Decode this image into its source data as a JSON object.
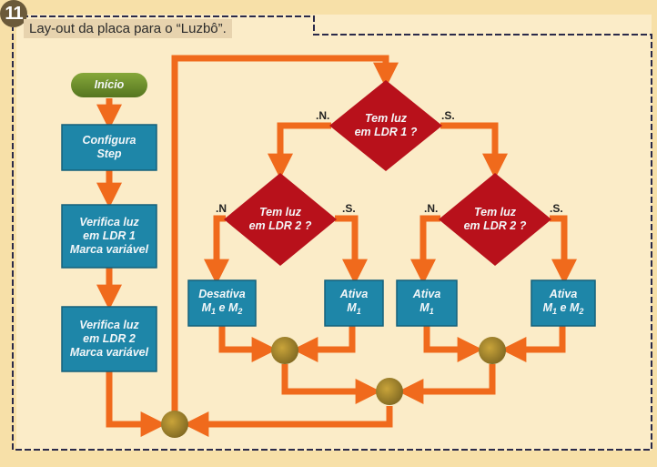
{
  "figure": {
    "number": "11",
    "caption": "Lay-out da placa para o “Luzbô”."
  },
  "nodes": {
    "start": "Início",
    "configure": [
      "Configura",
      "Step"
    ],
    "check_ldr1": [
      "Verifica luz",
      "em LDR 1",
      "Marca variável"
    ],
    "check_ldr2": [
      "Verifica luz",
      "em LDR 2",
      "Marca variável"
    ],
    "decision_ldr1": [
      "Tem luz",
      "em LDR 1 ?"
    ],
    "decision_ldr2_left": [
      "Tem luz",
      "em LDR 2 ?"
    ],
    "decision_ldr2_right": [
      "Tem luz",
      "em LDR 2 ?"
    ],
    "action_disable_both": {
      "line1": "Desativa",
      "m": "M",
      "s1": "1",
      "e": " e ",
      "s2": "2"
    },
    "action_enable_m1_left": {
      "line1": "Ativa",
      "m": "M",
      "s1": "1"
    },
    "action_enable_m1_right": {
      "line1": "Ativa",
      "m": "M",
      "s1": "1"
    },
    "action_enable_both": {
      "line1": "Ativa",
      "m": "M",
      "s1": "1",
      "e": " e ",
      "s2": "2"
    }
  },
  "branch_labels": {
    "no": ".N.",
    "yes": ".S.",
    "no_short": ".N"
  },
  "colors": {
    "process_box": "#1e86a8",
    "decision": "#b8111b",
    "start": "#6f8f2a",
    "arrow": "#f06a1c",
    "connector": "#a88a2a",
    "border_dash": "#2a2a4a"
  }
}
